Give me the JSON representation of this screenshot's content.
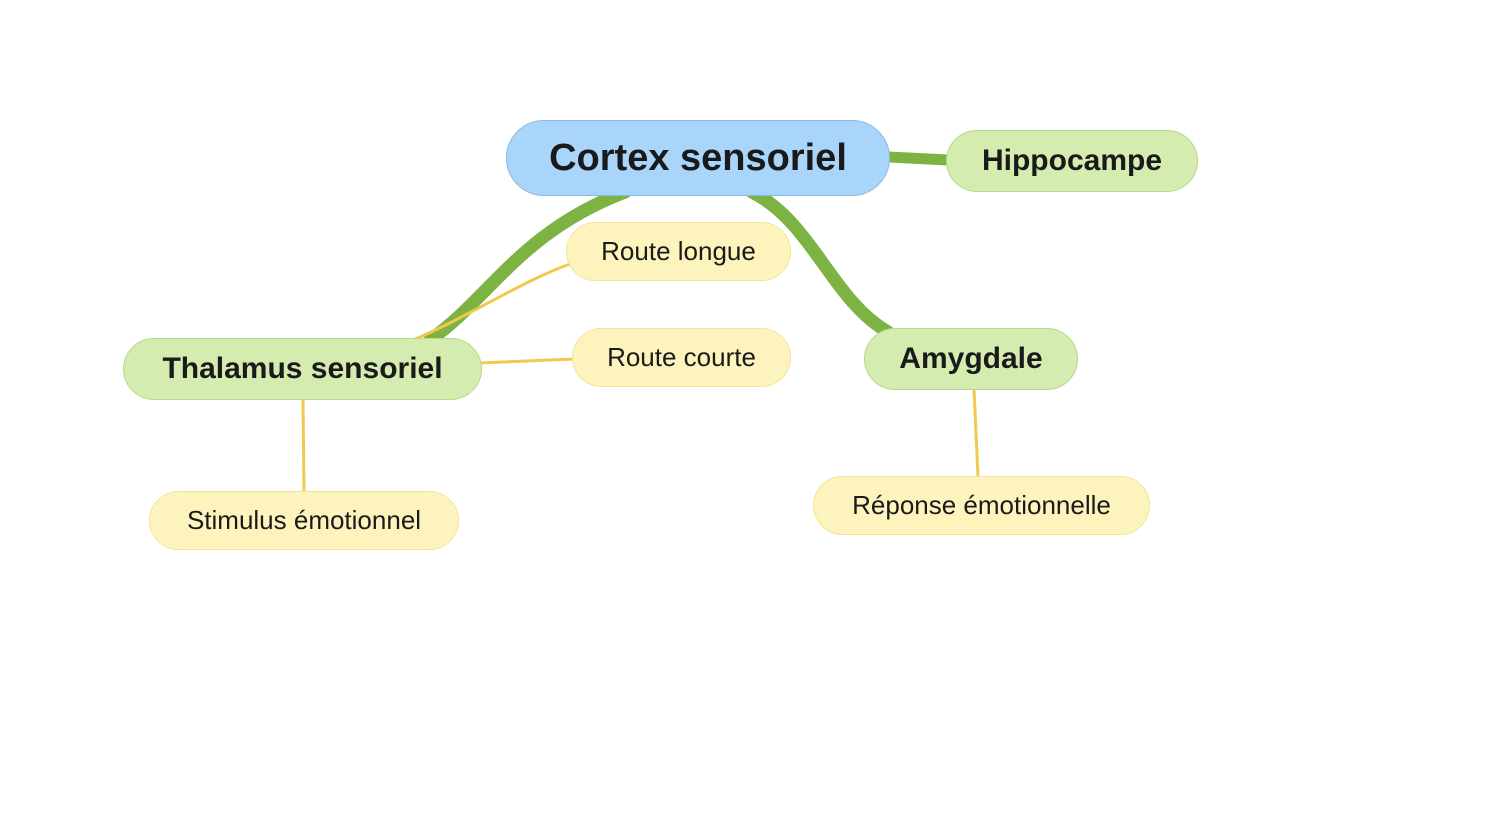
{
  "diagram": {
    "type": "mind-map",
    "colors": {
      "root_fill": "#a9d5fb",
      "main_fill": "#d4ecb0",
      "sub_fill": "#fdf4bd",
      "main_connector": "#7cb342",
      "sub_connector": "#f0c94f"
    },
    "root": {
      "label": "Cortex sensoriel"
    },
    "main_nodes": {
      "hippocampe": {
        "label": "Hippocampe"
      },
      "thalamus": {
        "label": "Thalamus sensoriel"
      },
      "amygdale": {
        "label": "Amygdale"
      }
    },
    "sub_nodes": {
      "route_longue": {
        "label": "Route longue"
      },
      "route_courte": {
        "label": "Route courte"
      },
      "stimulus": {
        "label": "Stimulus émotionnel"
      },
      "reponse": {
        "label": "Réponse émotionnelle"
      }
    },
    "edges": [
      {
        "from": "root",
        "to": "hippocampe",
        "kind": "main"
      },
      {
        "from": "root",
        "to": "thalamus",
        "kind": "main"
      },
      {
        "from": "root",
        "to": "amygdale",
        "kind": "main"
      },
      {
        "from": "thalamus",
        "to": "route_longue",
        "kind": "sub"
      },
      {
        "from": "thalamus",
        "to": "route_courte",
        "kind": "sub"
      },
      {
        "from": "thalamus",
        "to": "stimulus",
        "kind": "sub"
      },
      {
        "from": "amygdale",
        "to": "reponse",
        "kind": "sub"
      }
    ]
  }
}
